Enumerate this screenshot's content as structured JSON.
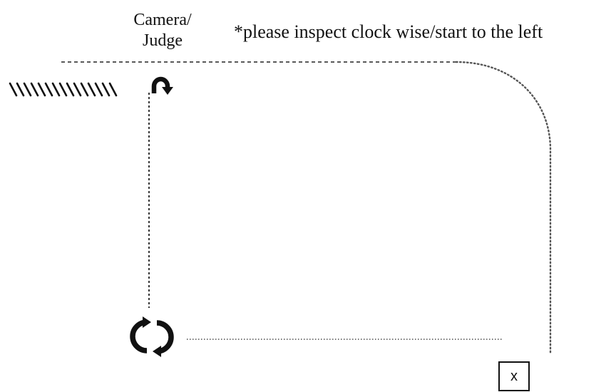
{
  "labels": {
    "camera_line1": "Camera/",
    "camera_line2": "Judge",
    "instruction": "*please inspect clock wise/start to the left",
    "marker": "x"
  },
  "icons": {
    "hatch": "hatched-wall-icon",
    "turn_arrow": "u-turn-arrow-icon",
    "rotate_arrows": "circular-rotate-arrows-icon"
  },
  "colors": {
    "line": "#111111",
    "dotted_path": "#555555",
    "background": "#ffffff"
  }
}
